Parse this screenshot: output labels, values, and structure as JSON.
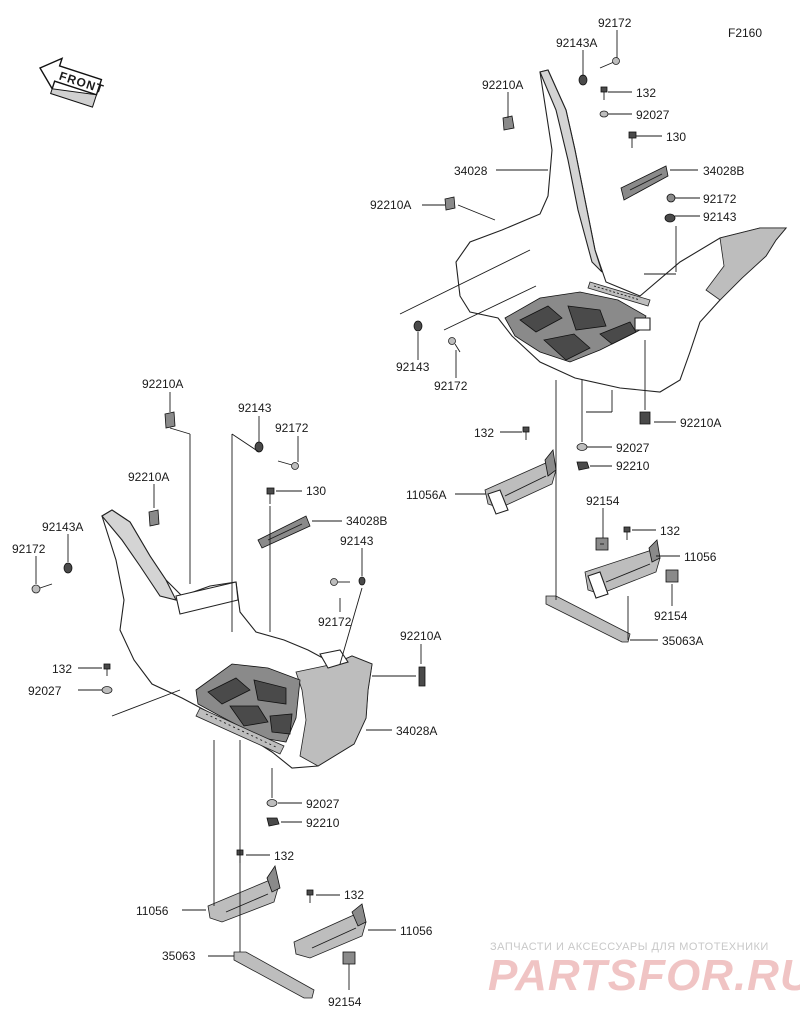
{
  "diagram": {
    "code": "F2160",
    "front_label": "FRONT"
  },
  "watermark": {
    "tagline": "ЗАПЧАСТИ И АКСЕССУАРЫ ДЛЯ МОТОТЕХНИКИ",
    "brand": "PARTSFOR.RU"
  },
  "labels": {
    "r_92172_top": "92172",
    "r_92143A_top": "92143A",
    "r_92210A_top": "92210A",
    "r_132_top": "132",
    "r_92027_top": "92027",
    "r_130": "130",
    "r_34028": "34028",
    "r_34028B": "34028B",
    "r_92210A_mid": "92210A",
    "r_92172_mid": "92172",
    "r_92143_mid": "92143",
    "r_92143_low": "92143",
    "r_92172_low": "92172",
    "r_92210A_low": "92210A",
    "r_132_low": "132",
    "r_92027_low": "92027",
    "r_92210_low": "92210",
    "r_11056A": "11056A",
    "r_92154_a": "92154",
    "r_132_b": "132",
    "r_11056": "11056",
    "r_92154_b": "92154",
    "r_35063A": "35063A",
    "l_92210A_top": "92210A",
    "l_92143_top": "92143",
    "l_92172_top": "92172",
    "l_92210A_2": "92210A",
    "l_92143A": "92143A",
    "l_92172_left": "92172",
    "l_130": "130",
    "l_34028B": "34028B",
    "l_92143_mid": "92143",
    "l_92172_mid": "92172",
    "l_92210A_right": "92210A",
    "l_132_left": "132",
    "l_92027_left": "92027",
    "l_34028A": "34028A",
    "l_92027_low": "92027",
    "l_92210_low": "92210",
    "l_132_low": "132",
    "l_11056_a": "11056",
    "l_132_b": "132",
    "l_11056_b": "11056",
    "l_35063": "35063",
    "l_92154": "92154"
  }
}
